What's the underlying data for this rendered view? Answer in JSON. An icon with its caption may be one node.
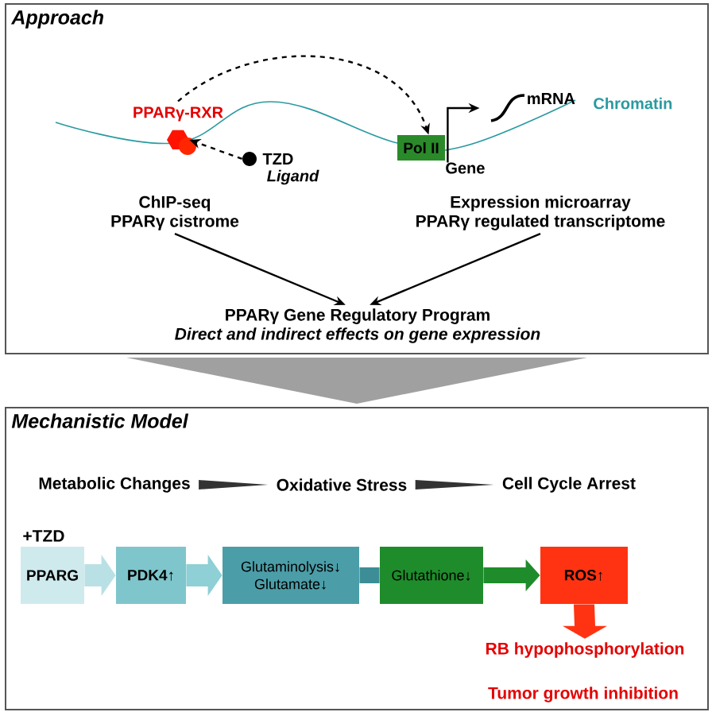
{
  "diagram": {
    "nodes": [
      {
        "text": [
          "Approach"
        ]
      },
      {
        "text": [
          "PPARγ-RXR"
        ],
        "in": 0
      },
      {
        "text": [
          "TZD",
          "Ligand"
        ],
        "in": 0
      },
      {
        "text": [
          "Pol II"
        ],
        "beside": [
          "Gene"
        ],
        "in": 0
      },
      {
        "text": [
          "ChIP-seq",
          "PPARγ cistrome"
        ],
        "in": 0
      },
      {
        "text": [
          "Expression microarray",
          "PPARγ regulated transcriptome"
        ],
        "in": 0
      },
      {
        "text": [
          "PPARγ Gene Regulatory Program",
          "Direct and indirect effects on gene expression"
        ],
        "in": 0
      },
      {
        "text": [
          "Mechanistic Model"
        ]
      },
      {
        "text": [
          "Metabolic Changes"
        ],
        "in": 7
      },
      {
        "text": [
          "Oxidative Stress"
        ],
        "in": 7
      },
      {
        "text": [
          "Cell Cycle Arrest"
        ],
        "in": 7
      },
      {
        "text": [
          "PPARG"
        ],
        "beside": [
          "+TZD"
        ],
        "in": 7
      },
      {
        "text": [
          "PDK4↑"
        ],
        "in": 7
      },
      {
        "text": [
          "Glutaminolysis↓",
          "Glutamate↓"
        ],
        "in": 7
      },
      {
        "text": [
          "Glutathione↓"
        ],
        "in": 7
      },
      {
        "text": [
          "ROS↑"
        ],
        "in": 7
      },
      {
        "text": [
          "RB hypophosphorylation"
        ],
        "in": 7
      },
      {
        "text": [
          "mRNA"
        ],
        "in": 0
      }
    ],
    "edges": [
      {
        "from": 0,
        "to": 7,
        "arrow": "to",
        "color": "#a0a0a0"
      },
      {
        "from": 1,
        "to": 3,
        "arrow": "to",
        "style": "dashed"
      },
      {
        "from": 2,
        "to": 1,
        "arrow": "to",
        "style": "dashed"
      },
      {
        "from": 4,
        "to": 6,
        "arrow": "to"
      },
      {
        "from": 5,
        "to": 6,
        "arrow": "to"
      },
      {
        "from": 8,
        "to": 9,
        "arrow": "to"
      },
      {
        "from": 9,
        "to": 10,
        "arrow": "to"
      },
      {
        "from": 11,
        "to": 12,
        "arrow": "to",
        "style": "thick",
        "color": "#b9e1e5"
      },
      {
        "from": 12,
        "to": 13,
        "arrow": "to",
        "style": "thick",
        "color": "#8fcfd6"
      },
      {
        "from": 13,
        "to": 14,
        "arrow": "none",
        "style": "thick",
        "color": "#3d8d97"
      },
      {
        "from": 14,
        "to": 15,
        "arrow": "to",
        "style": "thick",
        "color": "#1f8c2b"
      },
      {
        "from": 15,
        "to": 16,
        "arrow": "to",
        "style": "thick",
        "color": "#ff3311"
      },
      {
        "from": 3,
        "to": 17,
        "arrow": "to"
      }
    ],
    "labels": [
      "Chromatin",
      "Tumor growth inhibition"
    ]
  }
}
